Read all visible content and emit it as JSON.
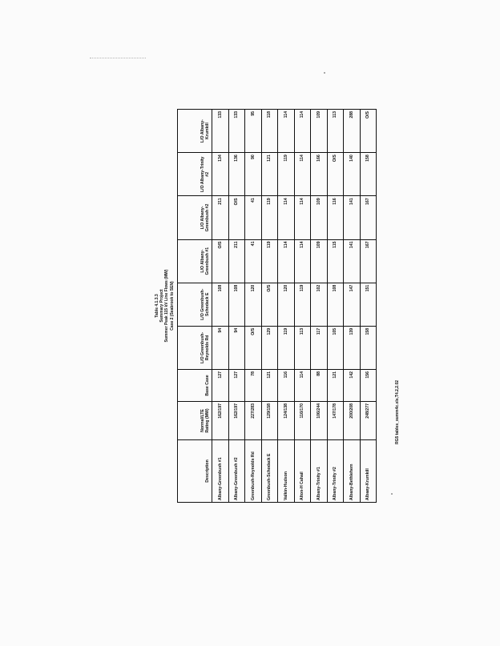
{
  "document": {
    "title_lines": [
      "Table 4.1.3.3",
      "Summary Project",
      "Summer Peak 115 kV Line Flows (MW)",
      "Case 2 (Seabrook to SEN)"
    ],
    "columns": [
      "Description",
      "Normal/LTE Rating (MW)",
      "Base Case",
      "L/O Greenbush-Reynolds Rd",
      "L/O Greenbush-Schodack E",
      "L/O Albany-Greenbush #1",
      "L/O Albany-Greenbush #2",
      "L/O Albany-Trinity #2",
      "L/O Albany-Krumkill"
    ],
    "rows": [
      {
        "description": "Albany-Greenbush #1",
        "rating": "162/197",
        "values": [
          "127",
          "94",
          "108",
          "O/S",
          "211",
          "134",
          "133"
        ]
      },
      {
        "description": "Albany-Greenbush #2",
        "rating": "162/197",
        "values": [
          "127",
          "94",
          "108",
          "211",
          "O/S",
          "136",
          "133"
        ]
      },
      {
        "description": "Greenbush-Reynolds Rd",
        "rating": "227/283",
        "values": [
          "78",
          "O/S",
          "120",
          "41",
          "41",
          "90",
          "95"
        ]
      },
      {
        "description": "Greenbush-Schodack E",
        "rating": "129/158",
        "values": [
          "121",
          "129",
          "O/S",
          "119",
          "119",
          "121",
          "118"
        ]
      },
      {
        "description": "Valkin-Hudson",
        "rating": "124/138",
        "values": [
          "116",
          "119",
          "120",
          "114",
          "114",
          "119",
          "114"
        ]
      },
      {
        "description": "Alton-H Cahail",
        "rating": "116/170",
        "values": [
          "114",
          "113",
          "119",
          "114",
          "114",
          "114",
          "114"
        ]
      },
      {
        "description": "Albany-Trinity #1",
        "rating": "106/244",
        "values": [
          "88",
          "117",
          "102",
          "109",
          "109",
          "166",
          "109"
        ]
      },
      {
        "description": "Albany-Trinity #2",
        "rating": "147/178",
        "values": [
          "121",
          "105",
          "108",
          "115",
          "116",
          "O/S",
          "113"
        ]
      },
      {
        "description": "Albany-Bethlehem",
        "rating": "200/208",
        "values": [
          "142",
          "139",
          "147",
          "141",
          "141",
          "140",
          "288"
        ]
      },
      {
        "description": "Albany-Krumkill",
        "rating": "248/277",
        "values": [
          "156",
          "158",
          "151",
          "167",
          "167",
          "158",
          "O/S"
        ]
      }
    ],
    "footnote": "RG5 tables_summ4c.xls,T4.2,2.02"
  }
}
